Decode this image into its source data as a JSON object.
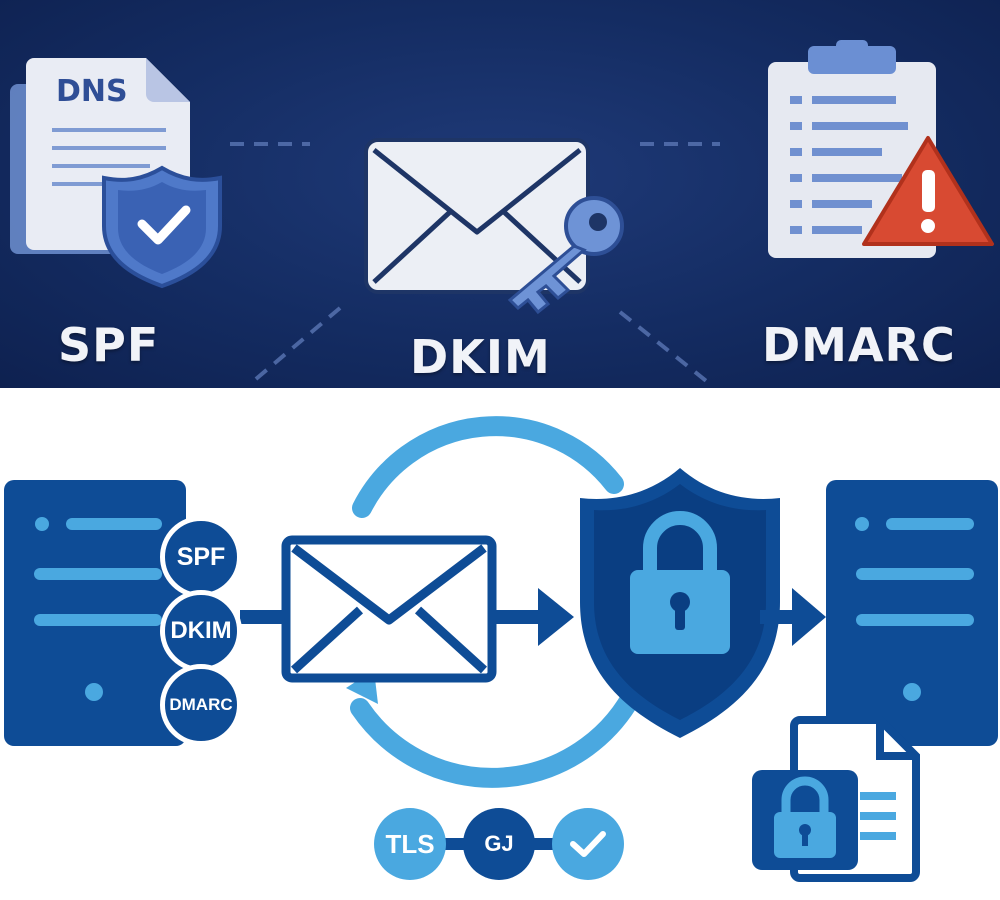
{
  "top": {
    "dns_label": "DNS",
    "spf_label": "SPF",
    "dkim_label": "DKIM",
    "dmarc_label": "DMARC",
    "icons": [
      "dns-document-icon",
      "shield-check-icon",
      "envelope-icon",
      "key-icon",
      "clipboard-icon",
      "warning-icon"
    ]
  },
  "bottom": {
    "badges": {
      "spf": "SPF",
      "dkim": "DKIM",
      "dmarc": "DMARC"
    },
    "pills": {
      "tls": "TLS",
      "mid": "GJ"
    },
    "icons": [
      "sender-server-icon",
      "envelope-icon",
      "arrow-right-icon",
      "shield-lock-icon",
      "receiver-server-icon",
      "locked-document-icon",
      "check-icon",
      "cycle-arrow-icon"
    ]
  },
  "colors": {
    "navy_bg": "#142c62",
    "dark_blue": "#0e4c96",
    "light_blue": "#4aa8e0",
    "warning_red": "#d84a32"
  }
}
